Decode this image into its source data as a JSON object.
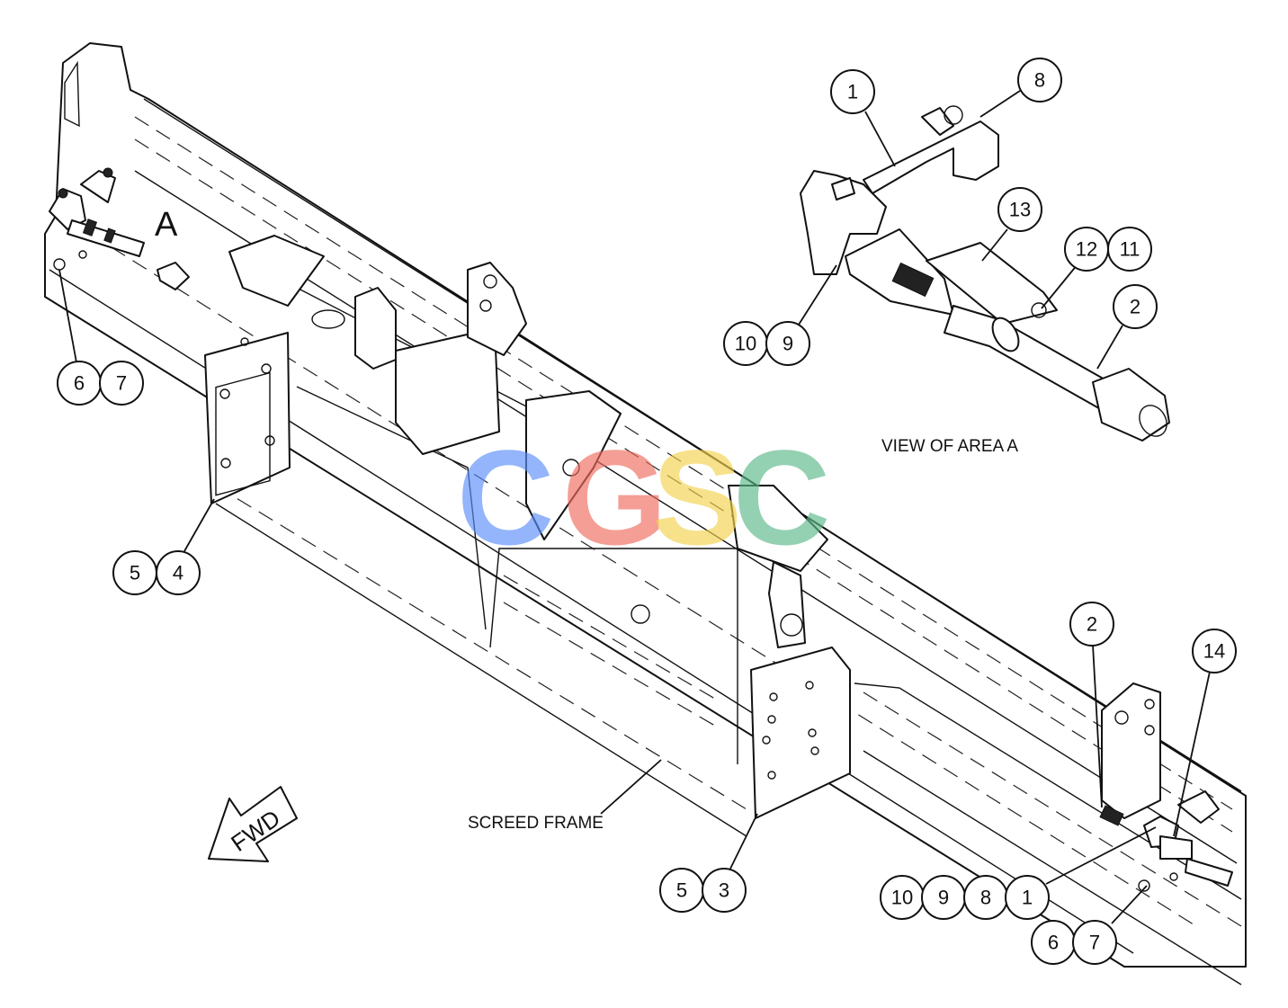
{
  "labels": {
    "area_marker": "A",
    "view_of_area": "VIEW OF AREA A",
    "screed_frame": "SCREED FRAME",
    "fwd": "FWD"
  },
  "watermark": {
    "letters": [
      "C",
      "G",
      "S",
      "C"
    ],
    "colors": [
      "#5b8ff9",
      "#ef6b5e",
      "#f3d24d",
      "#5cb88a"
    ]
  },
  "callouts": {
    "detail_1": "1",
    "detail_8": "8",
    "detail_13": "13",
    "detail_12": "12",
    "detail_11": "11",
    "detail_2": "2",
    "detail_10": "10",
    "detail_9": "9",
    "left_6": "6",
    "left_7": "7",
    "left_5": "5",
    "left_4": "4",
    "mid_5": "5",
    "mid_3": "3",
    "right_2": "2",
    "right_14": "14",
    "right_10": "10",
    "right_9": "9",
    "right_8": "8",
    "right_1": "1",
    "right_6": "6",
    "right_7": "7"
  }
}
